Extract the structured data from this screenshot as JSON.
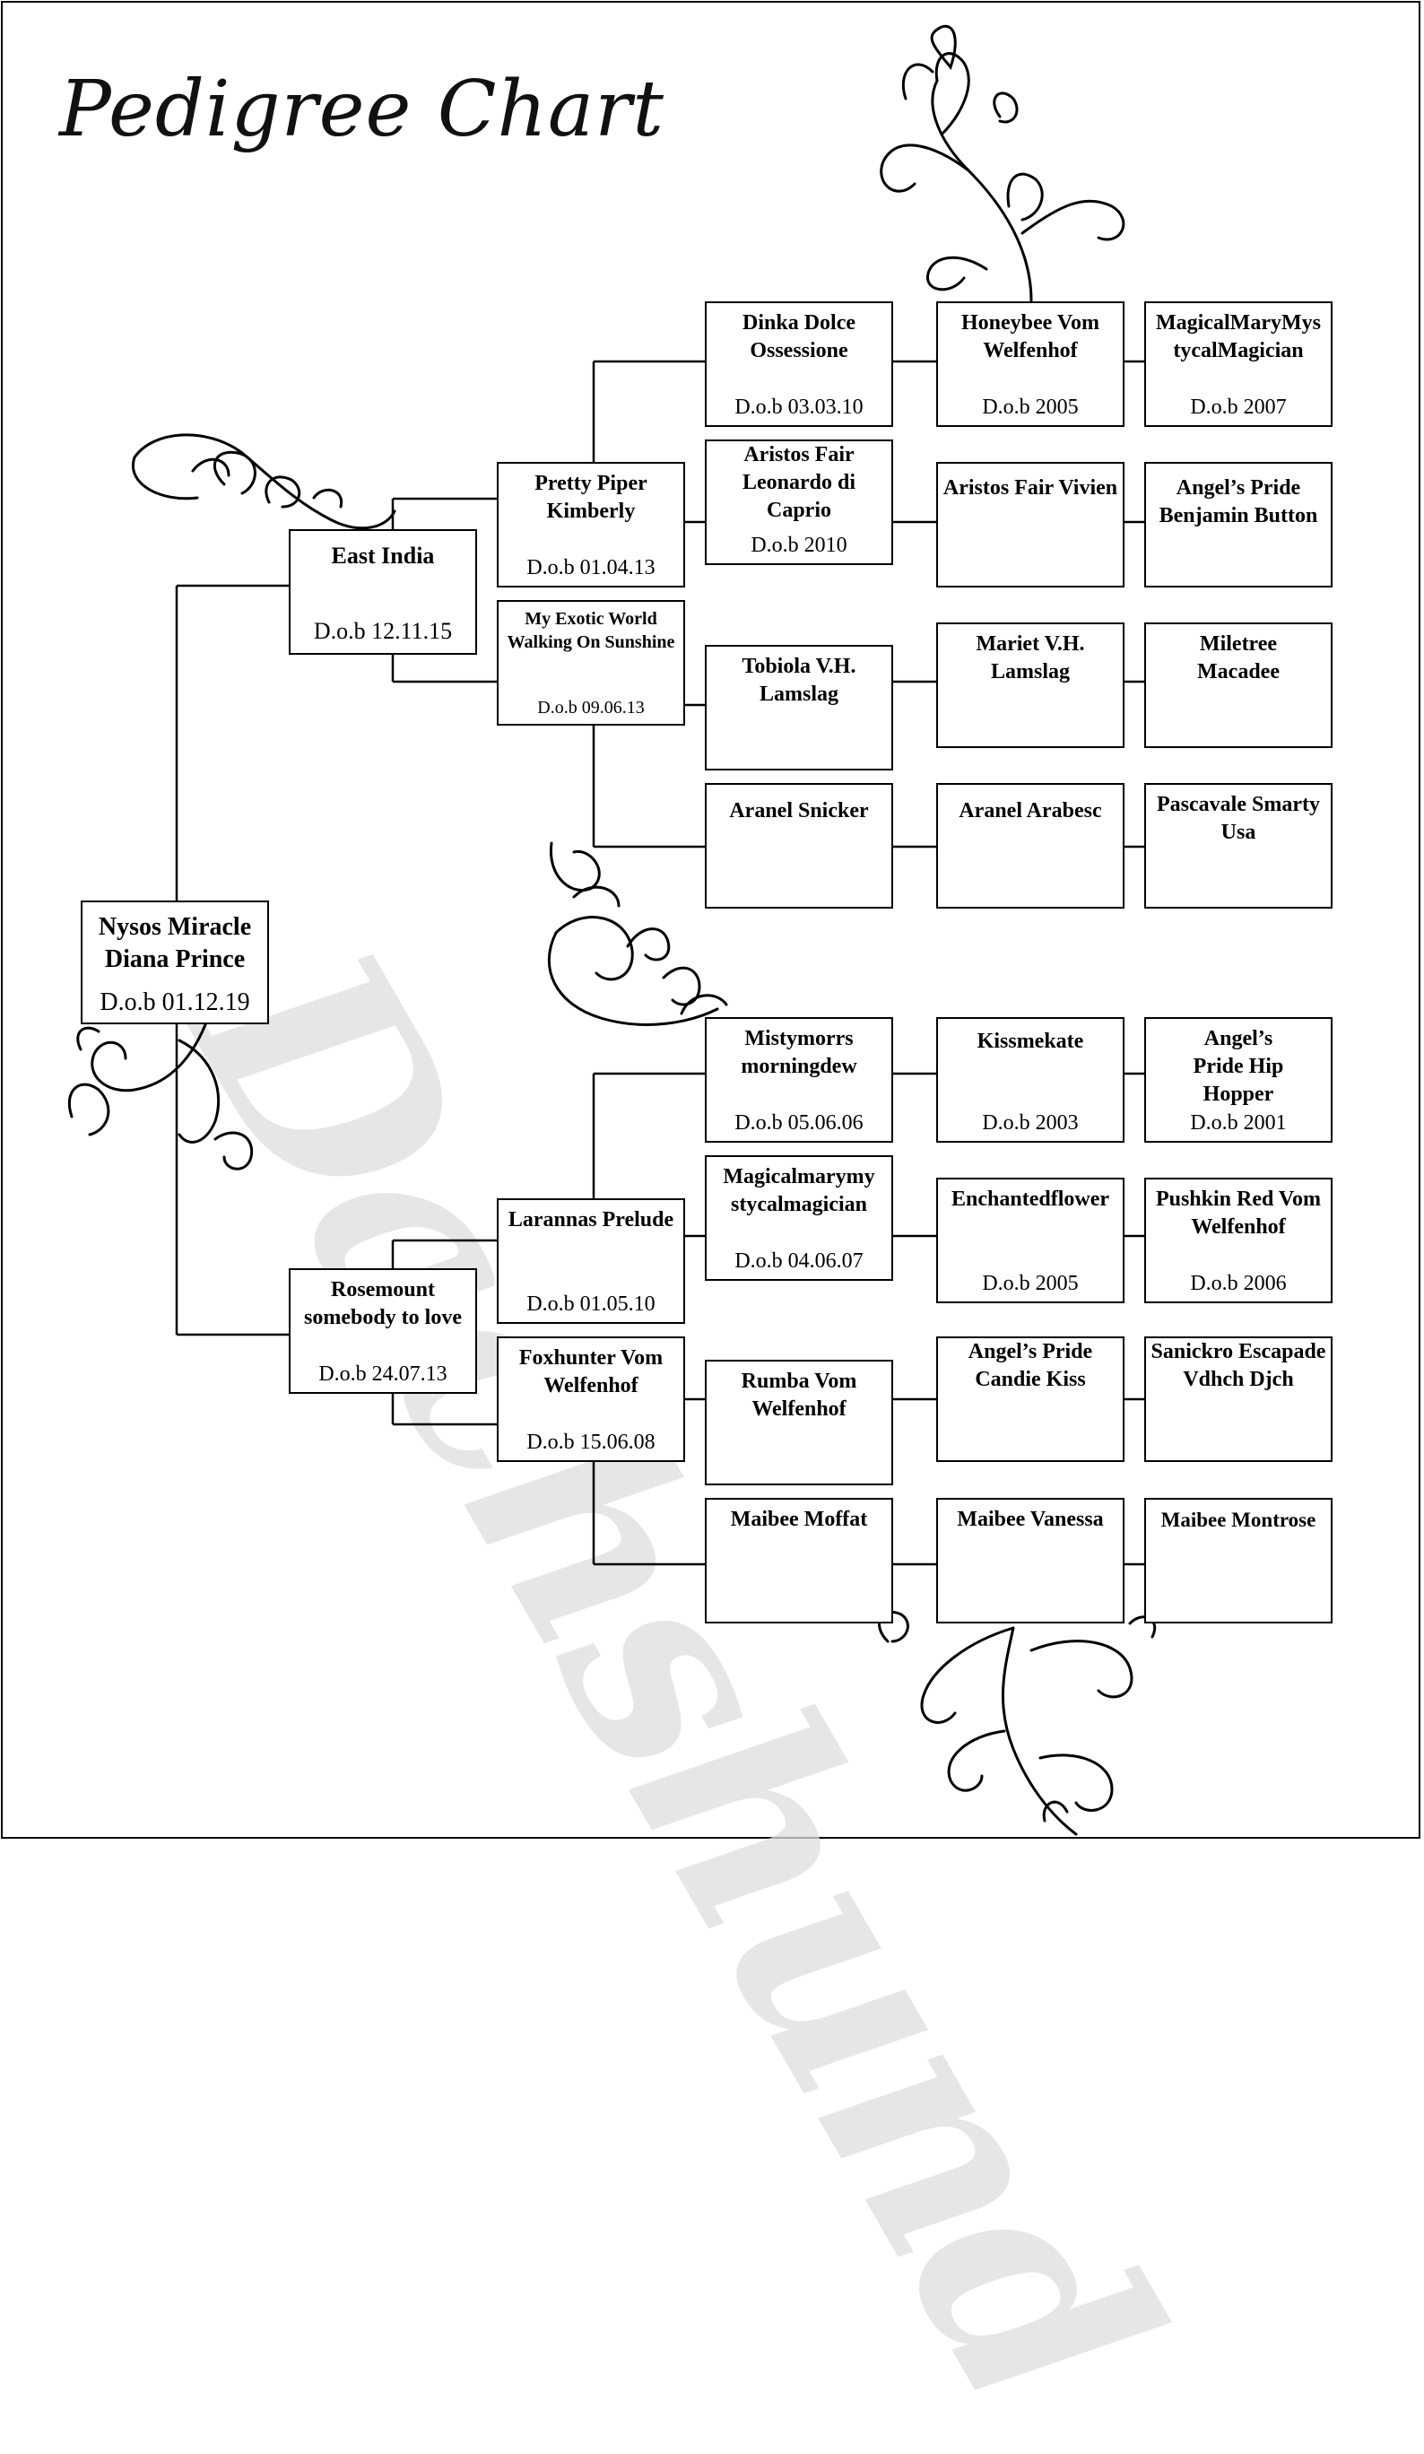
{
  "title": "Pedigree Chart",
  "watermark": "Dachshund",
  "dob_prefix": "D.o.b",
  "dog": {
    "name": "Nysos Miracle Diana Prince",
    "dob": "D.o.b 01.12.19"
  },
  "sire": {
    "name": "East India",
    "dob": "D.o.b 12.11.15"
  },
  "dam": {
    "name": "Rosemount somebody to love",
    "dob": "D.o.b 24.07.13"
  },
  "grandparents": [
    {
      "name": "Pretty Piper Kimberly",
      "dob": "D.o.b 01.04.13"
    },
    {
      "name": "My Exotic World Walking On Sunshine",
      "dob": "D.o.b 09.06.13"
    },
    {
      "name": "Larannas Prelude",
      "dob": "D.o.b 01.05.10"
    },
    {
      "name": "Foxhunter Vom Welfenhof",
      "dob": "D.o.b 15.06.08"
    }
  ],
  "great_grandparents": [
    {
      "name": "Dinka Dolce Ossessione",
      "dob": "D.o.b 03.03.10"
    },
    {
      "name": "Aristos Fair Leonardo di Caprio",
      "dob": "D.o.b 2010"
    },
    {
      "name": "Tobiola V.H. Lamslag",
      "dob": ""
    },
    {
      "name": "Aranel Snicker",
      "dob": ""
    },
    {
      "name": "Mistymorrs morningdew",
      "dob": "D.o.b 05.06.06"
    },
    {
      "name": "Magicalmarymystycalmagician",
      "dob": "D.o.b 04.06.07"
    },
    {
      "name": "Rumba Vom Welfenhof",
      "dob": ""
    },
    {
      "name": "Maibee Moffat",
      "dob": ""
    }
  ],
  "gen4": [
    {
      "name": "Honeybee Vom Welfenhof",
      "dob": "D.o.b 2005"
    },
    {
      "name": "Aristos Fair Vivien",
      "dob": ""
    },
    {
      "name": "Mariet V.H. Lamslag",
      "dob": ""
    },
    {
      "name": "Aranel Arabesc",
      "dob": ""
    },
    {
      "name": "Kissmekate",
      "dob": "D.o.b 2003"
    },
    {
      "name": "Enchantedflower",
      "dob": "D.o.b 2005"
    },
    {
      "name": "Angel’s Pride Candie Kiss",
      "dob": ""
    },
    {
      "name": "Maibee Vanessa",
      "dob": ""
    }
  ],
  "gen5": [
    {
      "name": "MagicalMaryMystycalMagician",
      "dob": "D.o.b 2007"
    },
    {
      "name": "Angel’s Pride Benjamin Button",
      "dob": ""
    },
    {
      "name": "Miletree Macadee",
      "dob": ""
    },
    {
      "name": "Pascavale Smarty Usa",
      "dob": ""
    },
    {
      "name": "Angel’s Pride Hip Hopper",
      "dob": "D.o.b 2001"
    },
    {
      "name": "Pushkin Red Vom Welfenhof",
      "dob": "D.o.b 2006"
    },
    {
      "name": "Sanickro Escapade Vdhch Djch",
      "dob": ""
    },
    {
      "name": "Maibee Montrose",
      "dob": ""
    }
  ]
}
